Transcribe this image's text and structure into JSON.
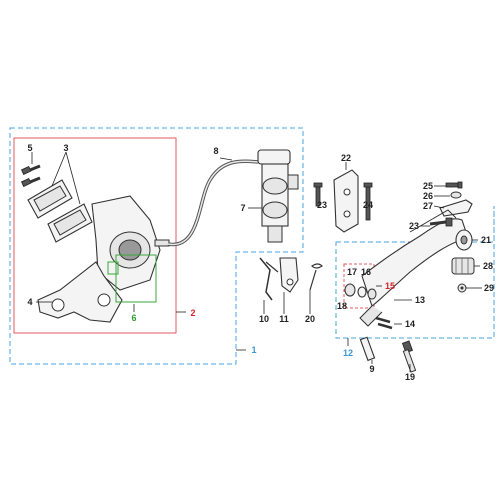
{
  "colors": {
    "black_label": "#222222",
    "red_label": "#d8262b",
    "blue_label": "#3a9ad9",
    "green_label": "#2f9a2f",
    "blue_frame": "#4aa3df",
    "red_frame": "#e05a5f",
    "green_frame": "#3aa83a"
  },
  "labels": {
    "p1": "1",
    "p2": "2",
    "p3": "3",
    "p4": "4",
    "p5": "5",
    "p6": "6",
    "p7": "7",
    "p8": "8",
    "p9": "9",
    "p10": "10",
    "p11": "11",
    "p12": "12",
    "p13": "13",
    "p14": "14",
    "p15": "15",
    "p16": "16",
    "p17": "17",
    "p18": "18",
    "p19": "19",
    "p20": "20",
    "p21": "21",
    "p22": "22",
    "p23a": "23",
    "p23b": "23",
    "p24": "24",
    "p25": "25",
    "p26": "26",
    "p27": "27",
    "p28": "28",
    "p29": "29"
  }
}
